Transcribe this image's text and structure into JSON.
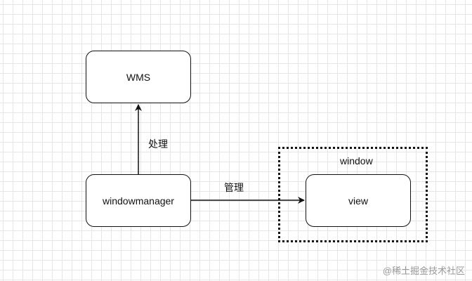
{
  "diagram": {
    "nodes": {
      "wms": "WMS",
      "windowmanager": "windowmanager",
      "view": "view"
    },
    "group": {
      "label": "window"
    },
    "edges": [
      {
        "from": "windowmanager",
        "to": "wms",
        "label": "处理"
      },
      {
        "from": "windowmanager",
        "to": "view",
        "label": "管理"
      }
    ]
  },
  "watermark": "@稀土掘金技术社区"
}
